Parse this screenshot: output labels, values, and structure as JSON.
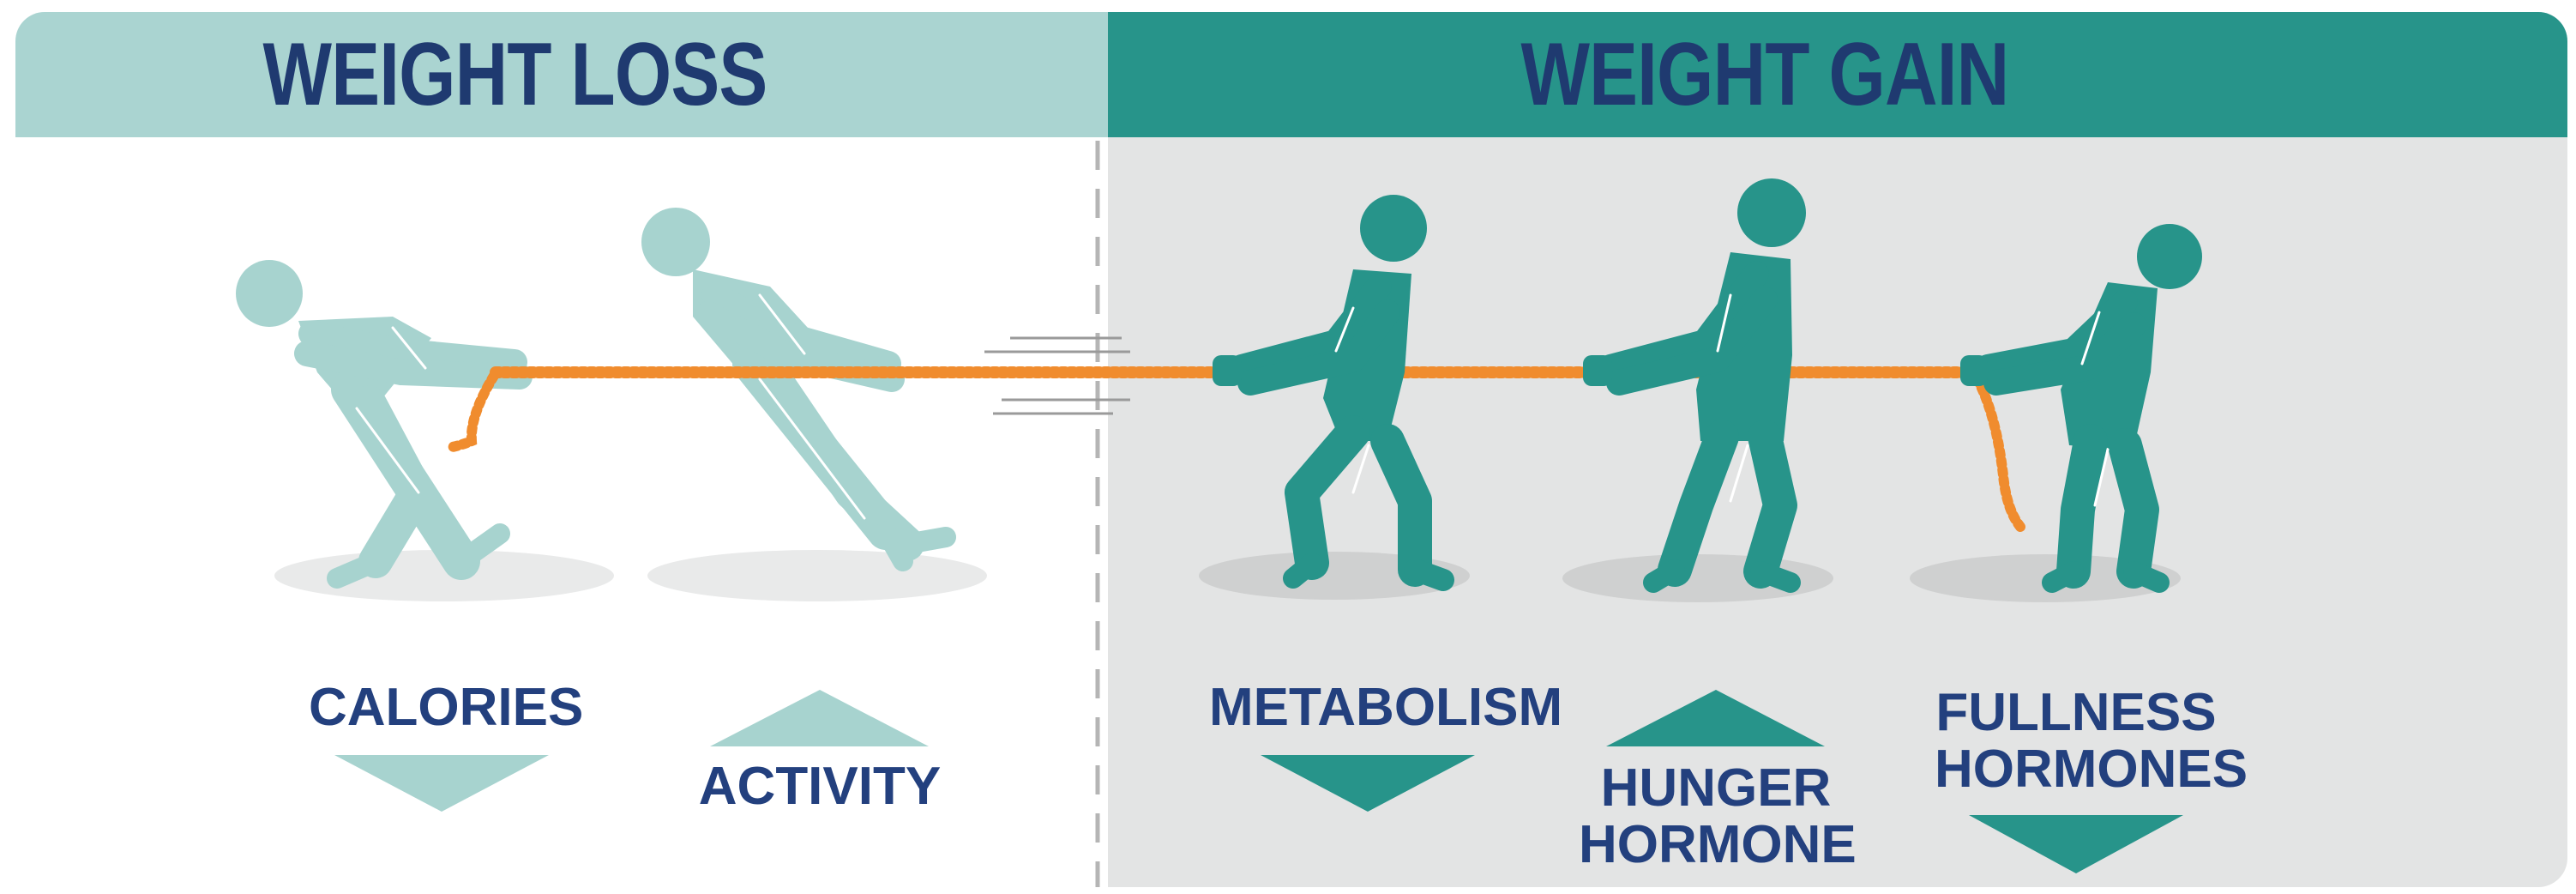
{
  "headers": {
    "left_title": "WEIGHT LOSS",
    "right_title": "WEIGHT GAIN"
  },
  "factors": [
    {
      "label": "CALORIES",
      "direction": "down",
      "side": "weight loss"
    },
    {
      "label": "ACTIVITY",
      "direction": "up",
      "side": "weight loss"
    },
    {
      "label": "METABOLISM",
      "direction": "down",
      "side": "weight gain"
    },
    {
      "label_line1": "HUNGER",
      "label_line2": "HORMONE",
      "direction": "up",
      "side": "weight gain"
    },
    {
      "label_line1": "FULLNESS",
      "label_line2": "HORMONES",
      "direction": "down",
      "side": "weight gain"
    }
  ],
  "colors": {
    "loss_header": "#aad4d1",
    "gain_header": "#27948a",
    "loss_figure": "#a7d3cf",
    "gain_figure": "#27948a",
    "title_text": "#1f3a70",
    "rope": "#f08c2e",
    "gain_background": "#e3e4e4"
  }
}
